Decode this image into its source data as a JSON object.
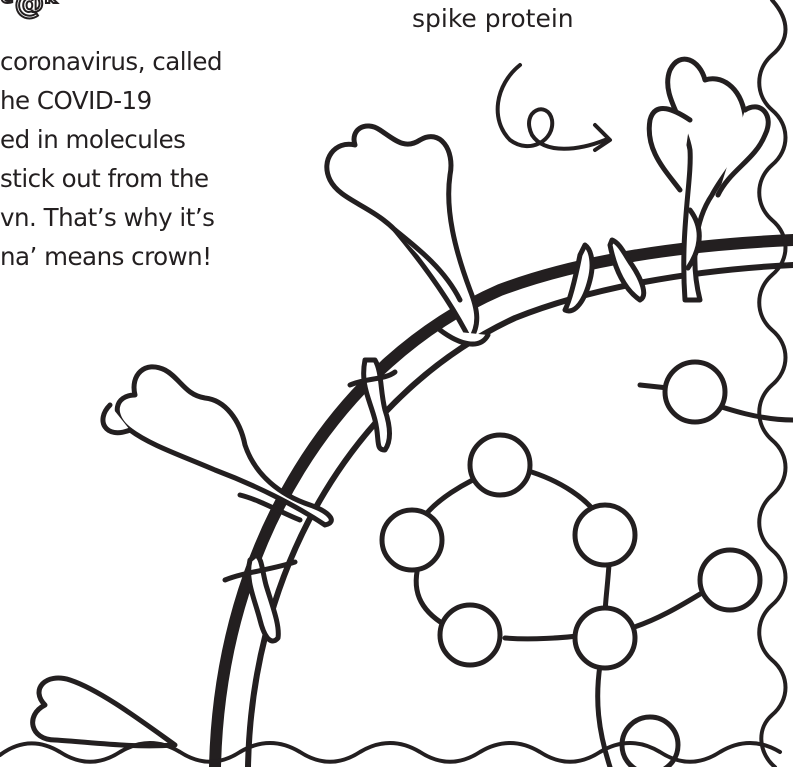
{
  "page": {
    "title_fragment": "ᵉ͡@ᵏ"
  },
  "intro": {
    "lines": [
      "coronavirus, called",
      "he COVID-19",
      "ed in molecules",
      "stick out from the",
      "vn. That’s why it’s",
      "na’ means crown!"
    ]
  },
  "callout": {
    "label": "spike protein"
  },
  "colors": {
    "ink": "#231f20",
    "paper": "#ffffff"
  }
}
